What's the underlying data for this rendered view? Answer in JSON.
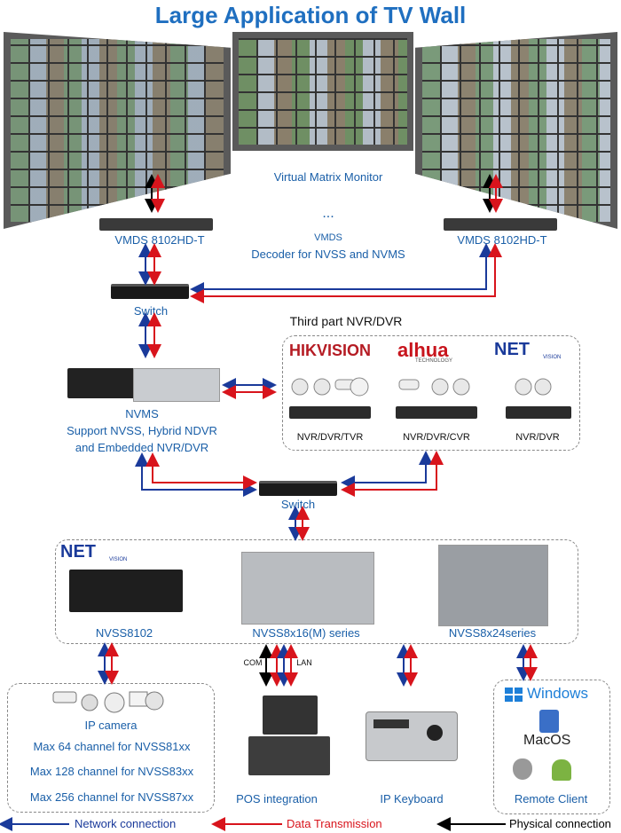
{
  "title": "Large Application of TV Wall",
  "labels": {
    "virtual_matrix": "Virtual Matrix Monitor",
    "ellipsis": "...",
    "decoder_left": "VMDS 8102HD-T",
    "decoder_right": "VMDS 8102HD-T",
    "vmds_small": "VMDS",
    "decoder_desc": "Decoder for NVSS and NVMS",
    "switch_top": "Switch",
    "third_party_title": "Third part NVR/DVR",
    "nvms": "NVMS",
    "nvms_line2": "Support NVSS, Hybrid NDVR",
    "nvms_line3": "and Embedded NVR/DVR",
    "switch_mid": "Switch",
    "nvss8102": "NVSS8102",
    "nvss8x16": "NVSS8x16(M) series",
    "nvss8x24": "NVSS8x24series",
    "com": "COM",
    "lan": "LAN",
    "ip_camera": "IP camera",
    "max64": "Max 64 channel for NVSS81xx",
    "max128": "Max 128 channel for NVSS83xx",
    "max256": "Max 256 channel for NVSS87xx",
    "pos": "POS integration",
    "keyboard": "IP Keyboard",
    "remote": "Remote Client",
    "windows": "Windows",
    "macos": "MacOS"
  },
  "brands": {
    "hikvision": "HIKVISION",
    "dahua": "alhua",
    "dahua_sub": "TECHNOLOGY",
    "netvision": "NET",
    "netvision_sub": "VISION"
  },
  "nvr_labels": [
    "NVR/DVR/TVR",
    "NVR/DVR/CVR",
    "NVR/DVR"
  ],
  "legend": {
    "network": "Network connection",
    "data": "Data Transmission",
    "physical": "Physical connection"
  },
  "colors": {
    "blue": "#1a3a9a",
    "red": "#d8141c",
    "black": "#000000",
    "label_blue": "#1a5fa8",
    "title_blue": "#1f6fc0"
  }
}
